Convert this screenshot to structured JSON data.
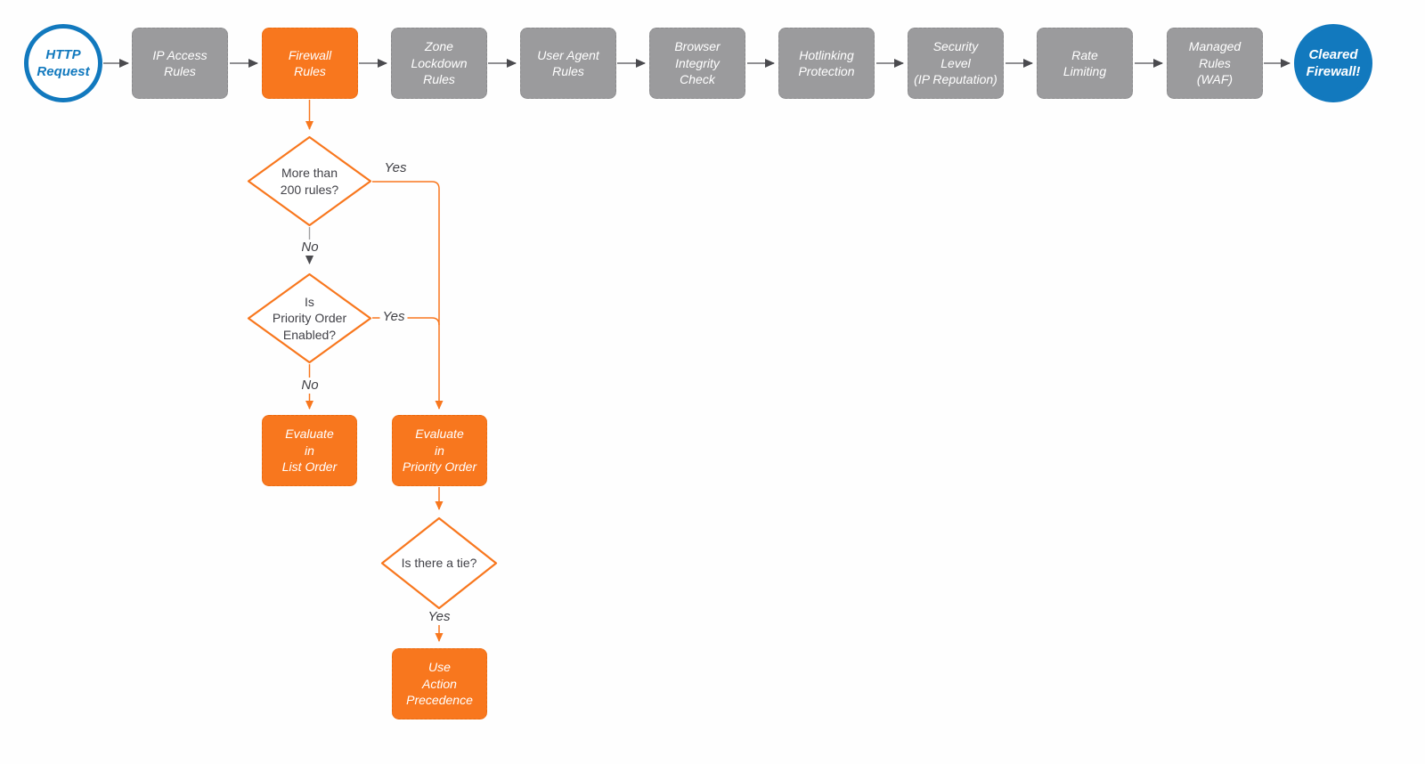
{
  "colors": {
    "accent_orange": "#F8771E",
    "step_gray": "#9B9B9D",
    "brand_blue": "#1279BE",
    "connector_gray": "#6A6A6E",
    "arrowhead_dark": "#4A4A4E",
    "decision_text": "#414147"
  },
  "nodes": {
    "http_request": "HTTP\nRequest",
    "ip_access_rules": "IP Access\nRules",
    "firewall_rules": "Firewall\nRules",
    "zone_lockdown_rules": "Zone\nLockdown\nRules",
    "user_agent_rules": "User Agent\nRules",
    "browser_integrity_check": "Browser\nIntegrity\nCheck",
    "hotlinking_protection": "Hotlinking\nProtection",
    "security_level": "Security\nLevel\n(IP Reputation)",
    "rate_limiting": "Rate\nLimiting",
    "managed_rules": "Managed\nRules\n(WAF)",
    "cleared_firewall": "Cleared\nFirewall!",
    "more_than_200_rules": "More than\n200 rules?",
    "priority_order_enabled": "Is\nPriority Order\nEnabled?",
    "is_there_a_tie": "Is there a tie?",
    "evaluate_list_order": "Evaluate\nin\nList Order",
    "evaluate_priority_order": "Evaluate\nin\nPriority Order",
    "use_action_precedence": "Use\nAction\nPrecedence"
  },
  "edge_labels": {
    "yes_200_rules": "Yes",
    "no_200_rules": "No",
    "yes_priority_order": "Yes",
    "no_priority_order": "No",
    "yes_tie": "Yes"
  }
}
